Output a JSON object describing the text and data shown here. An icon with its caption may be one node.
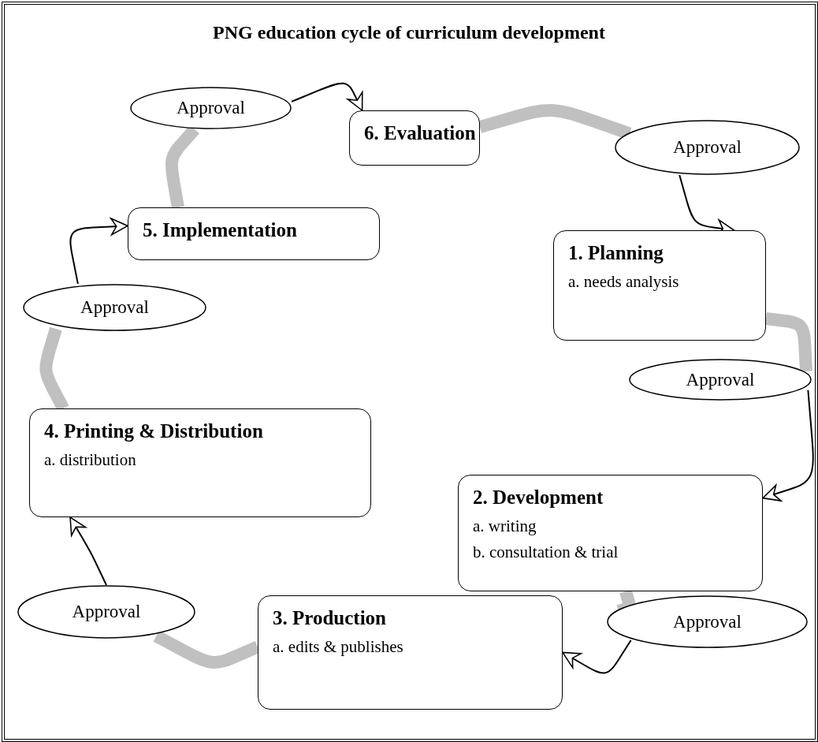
{
  "diagram": {
    "title": "PNG education cycle of curriculum development",
    "nodes": [
      {
        "text": [
          "Approval"
        ]
      },
      {
        "text": [
          "6. Evaluation"
        ]
      },
      {
        "text": [
          "Approval"
        ]
      },
      {
        "text": [
          "5. Implementation"
        ]
      },
      {
        "text": [
          "1. Planning",
          "a. needs analysis"
        ]
      },
      {
        "text": [
          "Approval"
        ]
      },
      {
        "text": [
          "Approval"
        ]
      },
      {
        "text": [
          "4. Printing & Distribution",
          "a. distribution"
        ]
      },
      {
        "text": [
          "2. Development",
          "a. writing",
          "b. consultation & trial"
        ]
      },
      {
        "text": [
          "Approval"
        ]
      },
      {
        "text": [
          "3. Production",
          "a. edits & publishes"
        ]
      },
      {
        "text": [
          "Approval"
        ]
      }
    ],
    "edges": [
      {
        "from": 1,
        "to": 2,
        "arrow": "none",
        "style": "thick",
        "color": "#c0c0c0"
      },
      {
        "from": 2,
        "to": 4,
        "arrow": "to",
        "color": "#000000"
      },
      {
        "from": 4,
        "to": 6,
        "arrow": "none",
        "style": "thick",
        "color": "#c0c0c0"
      },
      {
        "from": 6,
        "to": 8,
        "arrow": "to",
        "color": "#000000"
      },
      {
        "from": 8,
        "to": 11,
        "arrow": "none",
        "style": "thick",
        "color": "#c0c0c0"
      },
      {
        "from": 11,
        "to": 10,
        "arrow": "to",
        "color": "#000000"
      },
      {
        "from": 10,
        "to": 9,
        "arrow": "none",
        "style": "thick",
        "color": "#c0c0c0"
      },
      {
        "from": 9,
        "to": 7,
        "arrow": "to",
        "color": "#000000"
      },
      {
        "from": 7,
        "to": 5,
        "arrow": "none",
        "style": "thick",
        "color": "#c0c0c0"
      },
      {
        "from": 5,
        "to": 3,
        "arrow": "to",
        "color": "#000000"
      },
      {
        "from": 3,
        "to": 0,
        "arrow": "none",
        "style": "thick",
        "color": "#c0c0c0"
      },
      {
        "from": 0,
        "to": 1,
        "arrow": "to",
        "color": "#000000"
      }
    ]
  }
}
